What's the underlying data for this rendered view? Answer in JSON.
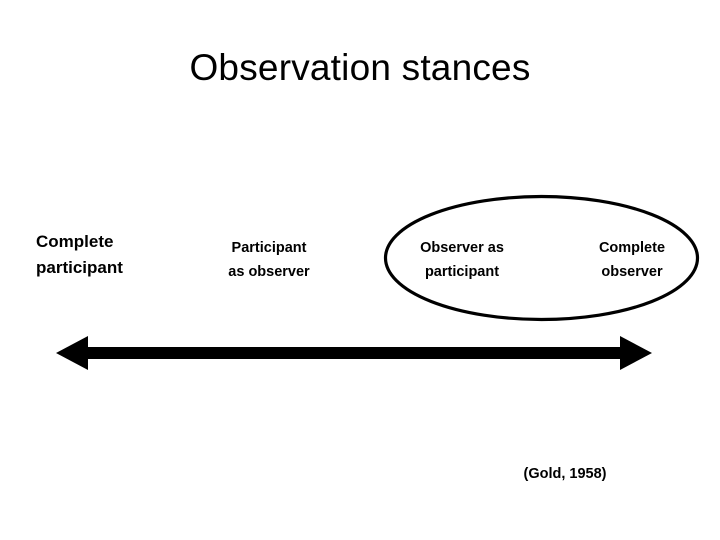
{
  "slide": {
    "title": "Observation stances",
    "background_color": "#ffffff",
    "ink_color": "#000000"
  },
  "continuum": {
    "stances": [
      {
        "line1": "Complete",
        "line2": "participant"
      },
      {
        "line1": "Participant",
        "line2": "as observer"
      },
      {
        "line1": "Observer as",
        "line2": "participant"
      },
      {
        "line1": "Complete",
        "line2": "observer"
      }
    ]
  },
  "highlight": {
    "shape": "ellipse",
    "stroke_color": "#000000",
    "fill": "none",
    "encircles": [
      "Observer as participant",
      "Complete observer"
    ]
  },
  "arrow": {
    "shape": "double-headed-arrow",
    "color": "#000000",
    "direction": "horizontal-bidirectional"
  },
  "citation": {
    "text": "(Gold, 1958)"
  }
}
